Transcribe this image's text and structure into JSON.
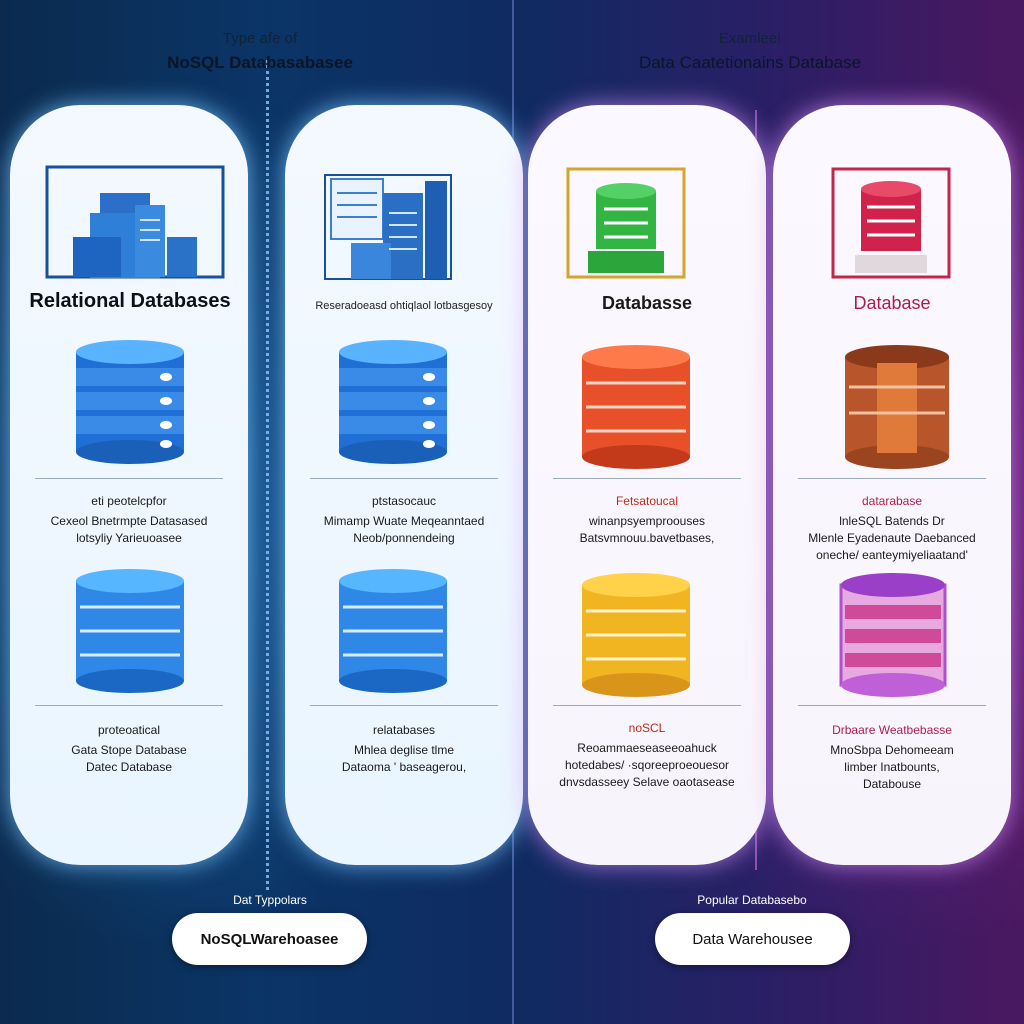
{
  "header": {
    "left": {
      "sub": "Type afe of",
      "main": "NoSQL Databasabasee"
    },
    "right": {
      "sub": "Examlee!",
      "main": "Data Caatetionains Database"
    }
  },
  "columns": [
    {
      "heading": "Relational Databases",
      "block1": {
        "label": "eti peotelcpfor",
        "lines": [
          "Cexeol Bnetrmpte Datasased",
          "lotsyliy  Yarieuoasee"
        ]
      },
      "block2": {
        "label": "proteoatical",
        "lines": [
          "Gata Stope Database",
          "Datec Database"
        ]
      },
      "colors": {
        "top": "#2f7fe0",
        "mid": "#1f6fd6",
        "accent": "#1f5fb3"
      }
    },
    {
      "heading": "Reseradoeasd ohtiqlaol lotbasgesoy",
      "block1": {
        "label": "ptstasocauc",
        "lines": [
          "Mimamp Wuate  Meqeanntaed",
          "Neob/ponnendeing"
        ]
      },
      "block2": {
        "label": "relatabases",
        "lines": [
          "Mhlea deglise tlme",
          "Dataoma ' baseagerou,"
        ]
      },
      "colors": {
        "top": "#2f7fe0",
        "mid": "#1f6fd6",
        "accent": "#1f5fb3"
      }
    },
    {
      "heading": "Databasse",
      "block1": {
        "label": "Fetsatoucal",
        "lines": [
          "winanpsyemproouses",
          "Batsvmnouu.bavetbases,"
        ]
      },
      "block2": {
        "label": "noSCL",
        "lines": [
          "Reoammaeseaseeoahuck",
          "hotedabes/ ·sqoreeproeouesor",
          "dnvsdasseey Selave oaotasease"
        ]
      },
      "colors": {
        "db1": "#e8502a",
        "db2": "#f2b522",
        "icon": "#2bb13a"
      }
    },
    {
      "heading": "Database",
      "block1": {
        "label": "datarabase",
        "lines": [
          "lnleSQL Batends Dr",
          "Mlenle Eyadenaute Daebanced",
          "oneche/ eanteymiyeliaatand'"
        ]
      },
      "block2": {
        "label": "Drbaare Weatbebasse",
        "lines": [
          "MnoSbpa Dehomeeam",
          "limber Inatbounts,",
          "Databouse"
        ]
      },
      "colors": {
        "db1": "#b9552a",
        "db2": "#b04fd0",
        "icon": "#d0224a"
      }
    }
  ],
  "footer": {
    "left": {
      "label": "Dat Typpolars",
      "pill": "NoSQLWarehoasee"
    },
    "right": {
      "label": "Popular  Databasebo",
      "pill": "Data Warehousee"
    }
  }
}
